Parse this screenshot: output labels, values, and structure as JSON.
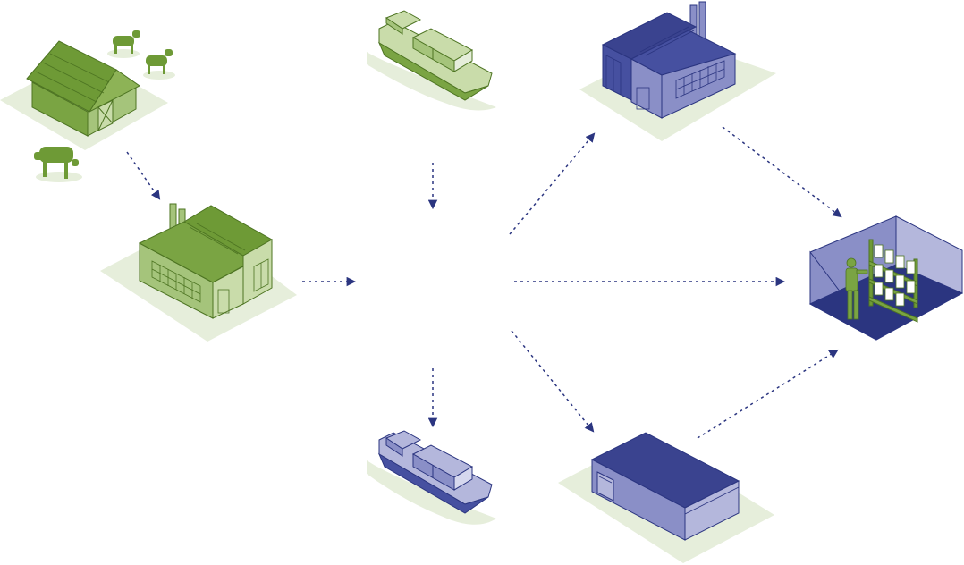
{
  "diagram": {
    "description_visible_text": "",
    "colors": {
      "green_dark": "#5e8a2c",
      "green_mid": "#7aa443",
      "green_light": "#a5c47b",
      "green_pale": "#c9dcaa",
      "ground_green": "#e6eedb",
      "navy": "#2b3580",
      "navy_mid": "#4650a0",
      "navy_light": "#8a8fc7",
      "navy_pale": "#b4b7dc",
      "arrow": "#2b3580"
    },
    "nodes": [
      {
        "id": "farm",
        "icon": "barn-with-cows-icon"
      },
      {
        "id": "processing-plant",
        "icon": "green-factory-icon"
      },
      {
        "id": "export-ship",
        "icon": "green-cargo-ship-icon"
      },
      {
        "id": "import-ship",
        "icon": "blue-cargo-ship-icon"
      },
      {
        "id": "manufacturer",
        "icon": "blue-factory-icon"
      },
      {
        "id": "warehouse",
        "icon": "blue-warehouse-icon"
      },
      {
        "id": "retail-store",
        "icon": "store-shelf-with-person-icon"
      }
    ],
    "edges": [
      {
        "from": "farm",
        "to": "processing-plant"
      },
      {
        "from": "processing-plant",
        "to": "hub"
      },
      {
        "from": "export-ship",
        "to": "hub"
      },
      {
        "from": "hub",
        "to": "import-ship"
      },
      {
        "from": "hub",
        "to": "manufacturer"
      },
      {
        "from": "hub",
        "to": "retail-store"
      },
      {
        "from": "hub",
        "to": "warehouse"
      },
      {
        "from": "manufacturer",
        "to": "retail-store"
      },
      {
        "from": "warehouse",
        "to": "retail-store"
      }
    ]
  }
}
